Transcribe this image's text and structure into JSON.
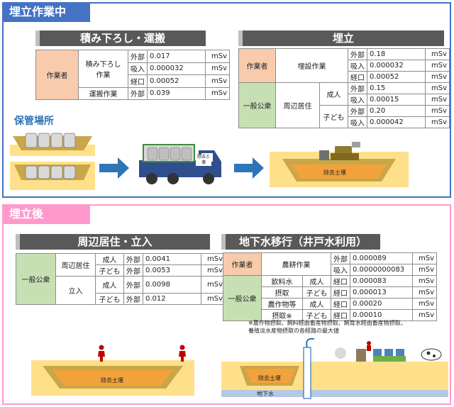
{
  "during": {
    "tag": "埋立作業中",
    "transport": {
      "title": "積み下ろし・運搬",
      "worker": "作業者",
      "rows": [
        {
          "work": "積み下ろし\n作業",
          "route": "外部",
          "value": "0.017",
          "unit": "mSv"
        },
        {
          "route": "吸入",
          "value": "0.000032",
          "unit": "mSv"
        },
        {
          "route": "経口",
          "value": "0.00052",
          "unit": "mSv"
        },
        {
          "work": "運搬作業",
          "route": "外部",
          "value": "0.039",
          "unit": "mSv"
        }
      ]
    },
    "landfill": {
      "title": "埋立",
      "worker": "作業者",
      "worker_work": "埋設作業",
      "public": "一般公衆",
      "public_work": "周辺居住",
      "adult": "成人",
      "child": "子ども",
      "rows": [
        {
          "route": "外部",
          "value": "0.18",
          "unit": "mSv"
        },
        {
          "route": "吸入",
          "value": "0.000032",
          "unit": "mSv"
        },
        {
          "route": "経口",
          "value": "0.00052",
          "unit": "mSv"
        },
        {
          "route": "外部",
          "value": "0.15",
          "unit": "mSv"
        },
        {
          "route": "吸入",
          "value": "0.00015",
          "unit": "mSv"
        },
        {
          "route": "外部",
          "value": "0.20",
          "unit": "mSv"
        },
        {
          "route": "吸入",
          "value": "0.000042",
          "unit": "mSv"
        }
      ]
    },
    "storage_label": "保管場所",
    "truck_label": "除去土壌",
    "pit_label": "除去土壌"
  },
  "after": {
    "tag": "埋立後",
    "residence": {
      "title": "周辺居住・立入",
      "public": "一般公衆",
      "r1": "周辺居住",
      "r2": "立入",
      "rows": [
        {
          "age": "成人",
          "route": "外部",
          "value": "0.0041",
          "unit": "mSv"
        },
        {
          "age": "子ども",
          "route": "外部",
          "value": "0.0053",
          "unit": "mSv"
        },
        {
          "age": "成人",
          "route": "外部",
          "value": "0.0098",
          "unit": "mSv"
        },
        {
          "age": "子ども",
          "route": "外部",
          "value": "0.012",
          "unit": "mSv"
        }
      ]
    },
    "groundwater": {
      "title": "地下水移行（井戸水利用）",
      "worker": "作業者",
      "worker_work": "農耕作業",
      "public": "一般公衆",
      "w_rows": [
        {
          "route": "外部",
          "value": "0.000089",
          "unit": "mSv"
        },
        {
          "route": "吸入",
          "value": "0.0000000083",
          "unit": "mSv"
        }
      ],
      "p_rows": [
        {
          "path": "飲料水",
          "age": "成人",
          "route": "経口",
          "value": "0.000083",
          "unit": "mSv"
        },
        {
          "path": "摂取",
          "age": "子ども",
          "route": "経口",
          "value": "0.000013",
          "unit": "mSv"
        },
        {
          "path": "農作物等",
          "age": "成人",
          "route": "経口",
          "value": "0.00020",
          "unit": "mSv"
        },
        {
          "path": "摂取※",
          "age": "子ども",
          "route": "経口",
          "value": "0.00010",
          "unit": "mSv"
        }
      ],
      "note": "※農作物摂取、飼料経由畜産物摂取、飼育水経由畜産物摂取、\n養殖淡水産物摂取の各経路の最大値"
    },
    "pit_label": "除去土壌",
    "pit2_label": "除去土壌",
    "groundwater_label": "地下水"
  },
  "colors": {
    "blue": "#4472c4",
    "pink": "#ff99cc",
    "orange": "#f8cbad",
    "green": "#c6e0b4"
  }
}
